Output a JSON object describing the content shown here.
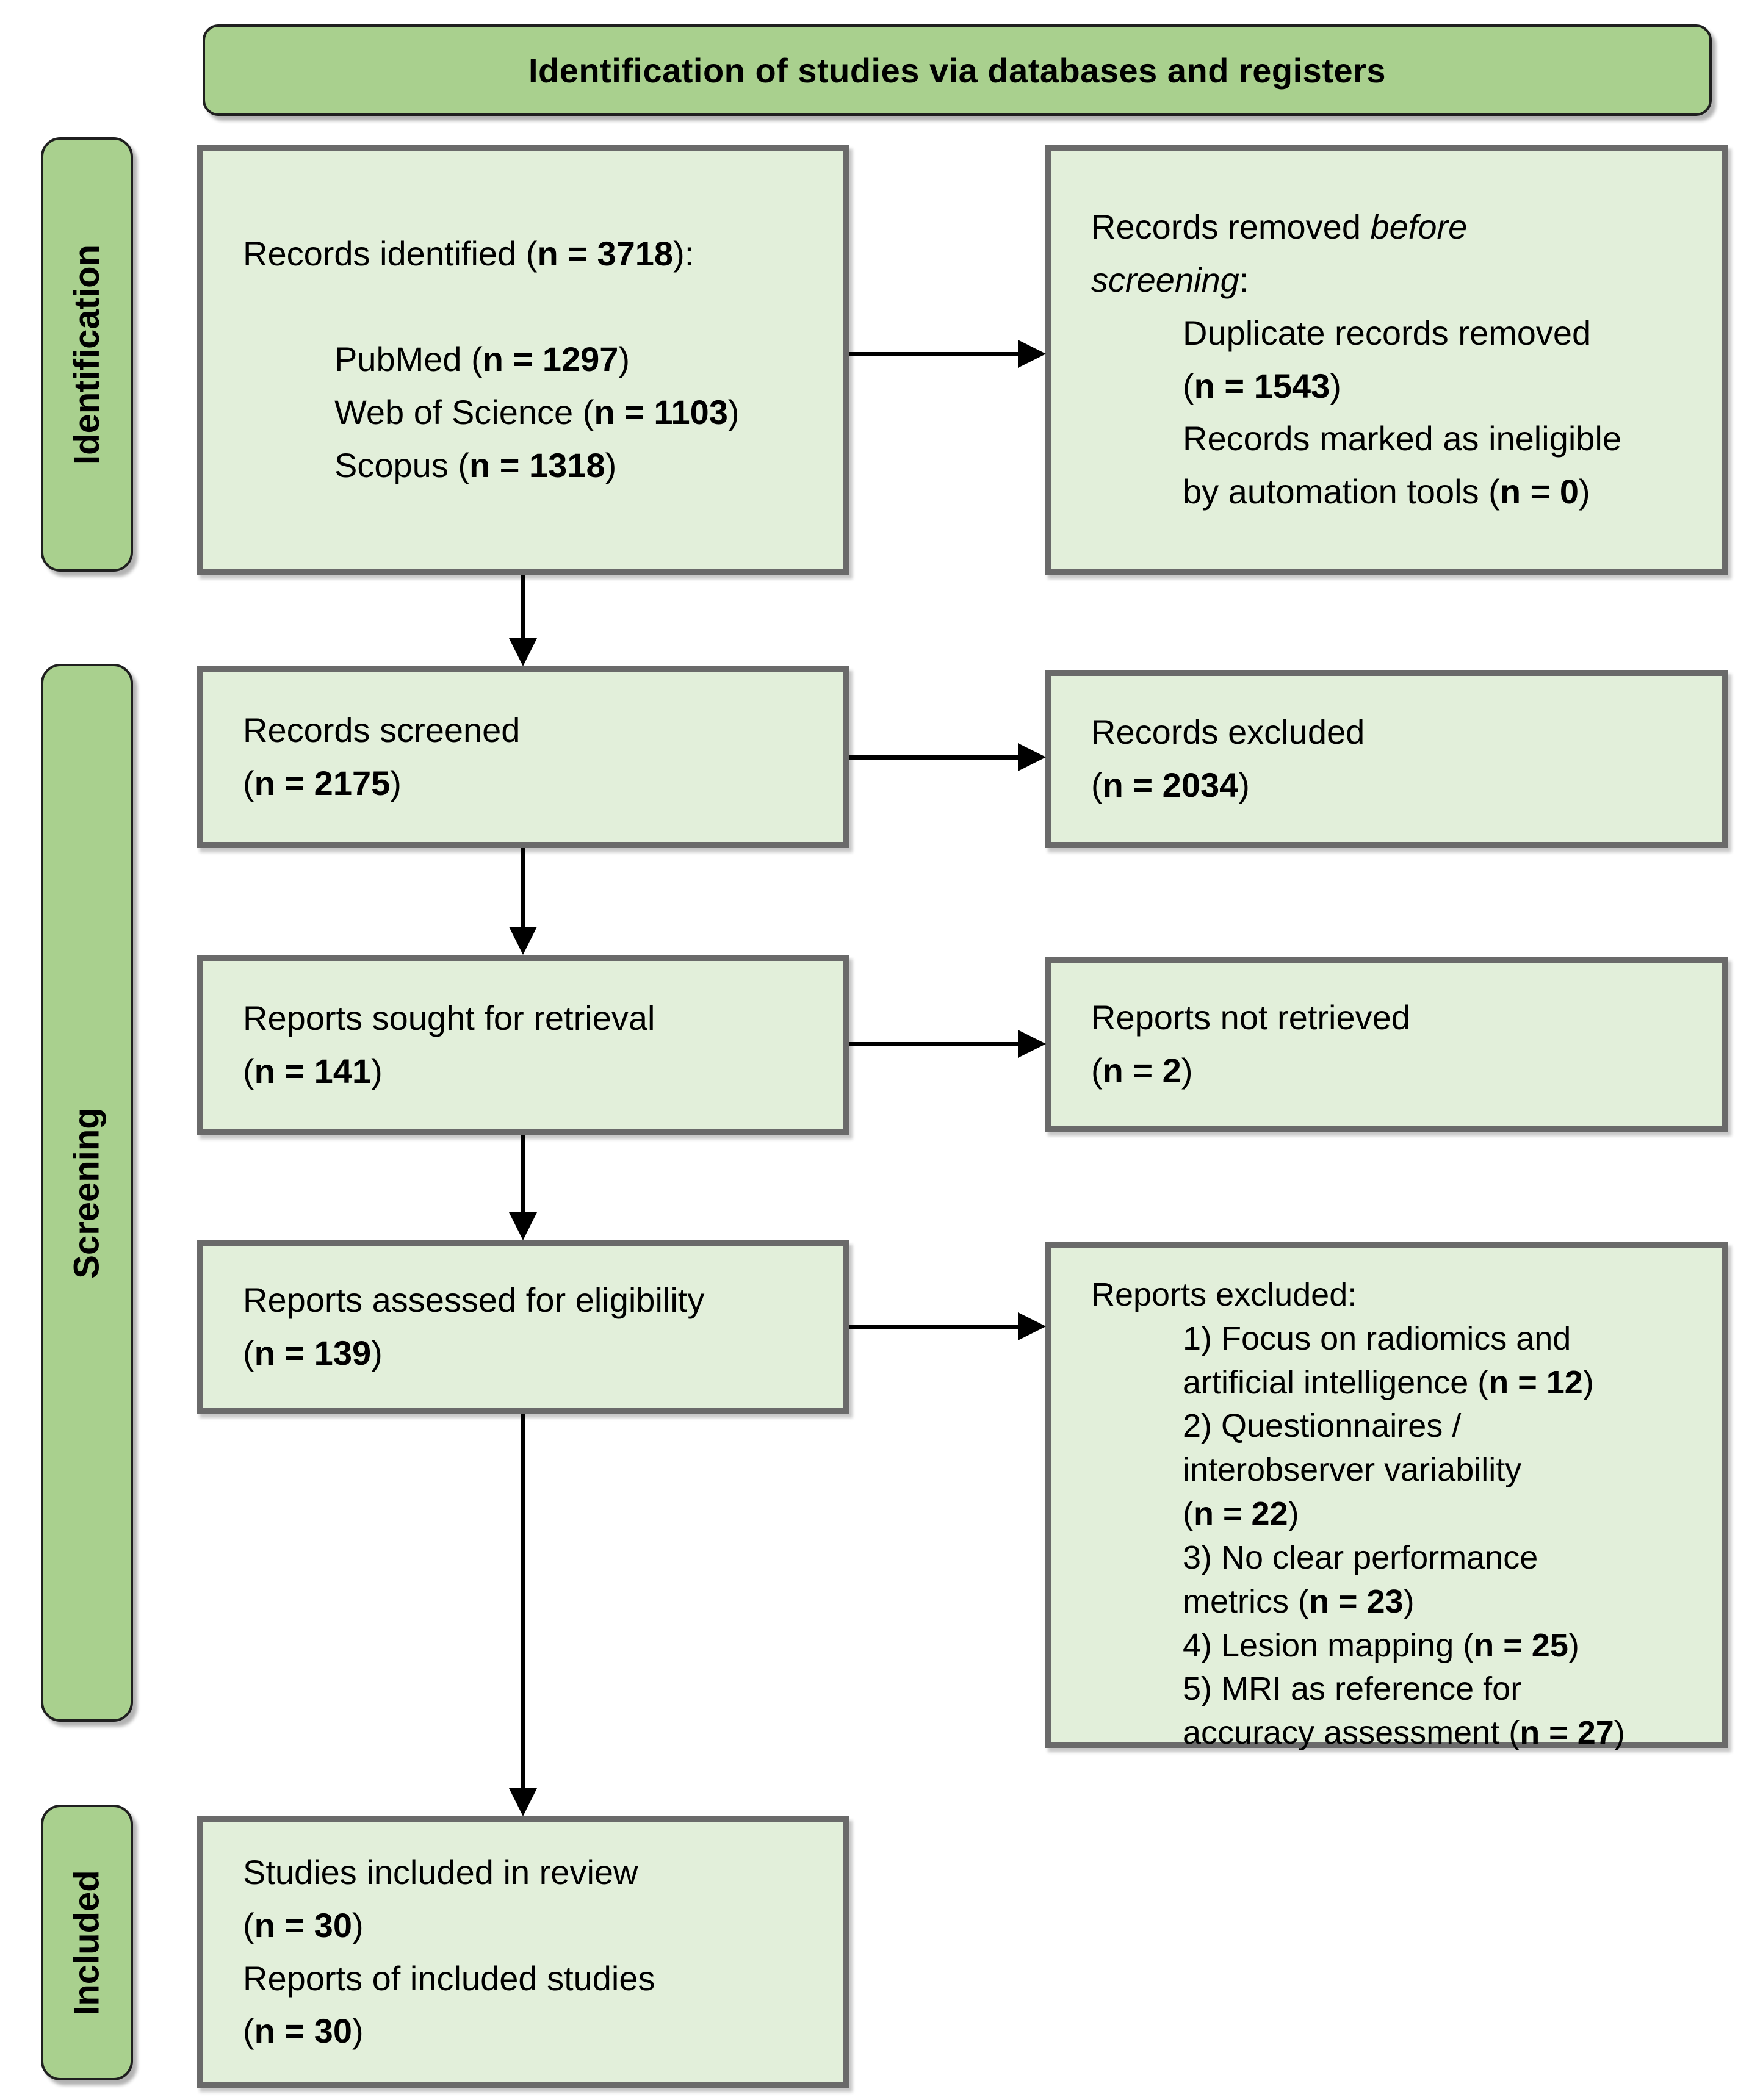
{
  "header": {
    "title": "Identification of studies via databases and registers"
  },
  "sidebar": {
    "items": [
      {
        "key": "identification",
        "label": "Identification"
      },
      {
        "key": "screening",
        "label": "Screening"
      },
      {
        "key": "included",
        "label": "Included"
      }
    ]
  },
  "colors": {
    "shape_green": "#A9D08E",
    "box_fill": "#E2EFDA",
    "box_border": "#6a6a6a",
    "band_border": "#1f1f1f",
    "arrow": "#000000",
    "text": "#000000"
  },
  "boxes": {
    "records_identified": {
      "lines": [
        {
          "ind": 0,
          "seg": [
            [
              "Records identified (",
              ""
            ],
            [
              "n = 3718",
              "b"
            ],
            [
              "):",
              ""
            ]
          ]
        },
        {
          "ind": 0,
          "seg": []
        },
        {
          "ind": 1,
          "seg": [
            [
              "PubMed (",
              ""
            ],
            [
              "n = 1297",
              "b"
            ],
            [
              ")",
              ""
            ]
          ]
        },
        {
          "ind": 1,
          "seg": [
            [
              "Web of Science (",
              ""
            ],
            [
              "n = 1103",
              "b"
            ],
            [
              ")",
              ""
            ]
          ]
        },
        {
          "ind": 1,
          "seg": [
            [
              "Scopus (",
              ""
            ],
            [
              "n = 1318",
              "b"
            ],
            [
              ")",
              ""
            ]
          ]
        }
      ]
    },
    "records_removed": {
      "lines": [
        {
          "ind": 0,
          "seg": [
            [
              "Records removed ",
              ""
            ],
            [
              "before",
              "i"
            ]
          ]
        },
        {
          "ind": 0,
          "seg": [
            [
              "screening",
              "i"
            ],
            [
              ":",
              ""
            ]
          ]
        },
        {
          "ind": 1,
          "seg": [
            [
              "Duplicate records removed",
              ""
            ]
          ]
        },
        {
          "ind": 1,
          "seg": [
            [
              "(",
              ""
            ],
            [
              "n = 1543",
              "b"
            ],
            [
              ")",
              ""
            ]
          ]
        },
        {
          "ind": 1,
          "seg": [
            [
              "Records marked as ineligible",
              ""
            ]
          ]
        },
        {
          "ind": 1,
          "seg": [
            [
              "by automation tools (",
              ""
            ],
            [
              "n = 0",
              "b"
            ],
            [
              ")",
              ""
            ]
          ]
        }
      ]
    },
    "records_screened": {
      "lines": [
        {
          "ind": 0,
          "seg": [
            [
              "Records screened",
              ""
            ]
          ]
        },
        {
          "ind": 0,
          "seg": [
            [
              "(",
              ""
            ],
            [
              "n = 2175",
              "b"
            ],
            [
              ")",
              ""
            ]
          ]
        }
      ]
    },
    "records_excluded": {
      "lines": [
        {
          "ind": 0,
          "seg": [
            [
              "Records excluded",
              ""
            ]
          ]
        },
        {
          "ind": 0,
          "seg": [
            [
              "(",
              ""
            ],
            [
              "n = 2034",
              "b"
            ],
            [
              ")",
              ""
            ]
          ]
        }
      ]
    },
    "reports_sought": {
      "lines": [
        {
          "ind": 0,
          "seg": [
            [
              "Reports sought for retrieval",
              ""
            ]
          ]
        },
        {
          "ind": 0,
          "seg": [
            [
              "(",
              ""
            ],
            [
              "n = 141",
              "b"
            ],
            [
              ")",
              ""
            ]
          ]
        }
      ]
    },
    "reports_not_retrieved": {
      "lines": [
        {
          "ind": 0,
          "seg": [
            [
              "Reports not retrieved",
              ""
            ]
          ]
        },
        {
          "ind": 0,
          "seg": [
            [
              "(",
              ""
            ],
            [
              "n = 2",
              "b"
            ],
            [
              ")",
              ""
            ]
          ]
        }
      ]
    },
    "reports_assessed": {
      "lines": [
        {
          "ind": 0,
          "seg": [
            [
              "Reports assessed for eligibility",
              ""
            ]
          ]
        },
        {
          "ind": 0,
          "seg": [
            [
              "(",
              ""
            ],
            [
              "n = 139",
              "b"
            ],
            [
              ")",
              ""
            ]
          ]
        }
      ]
    },
    "reports_excluded": {
      "lines": [
        {
          "ind": 0,
          "seg": [
            [
              "Reports excluded:",
              ""
            ]
          ]
        },
        {
          "ind": 1,
          "seg": [
            [
              "1) Focus on radiomics and",
              ""
            ]
          ]
        },
        {
          "ind": 1,
          "seg": [
            [
              "artificial intelligence (",
              ""
            ],
            [
              "n = 12",
              "b"
            ],
            [
              ")",
              ""
            ]
          ]
        },
        {
          "ind": 1,
          "seg": [
            [
              "2) Questionnaires /",
              ""
            ]
          ]
        },
        {
          "ind": 1,
          "seg": [
            [
              "interobserver variability",
              ""
            ]
          ]
        },
        {
          "ind": 1,
          "seg": [
            [
              "(",
              ""
            ],
            [
              "n = 22",
              "b"
            ],
            [
              ")",
              ""
            ]
          ]
        },
        {
          "ind": 1,
          "seg": [
            [
              "3) No clear performance",
              ""
            ]
          ]
        },
        {
          "ind": 1,
          "seg": [
            [
              "metrics (",
              ""
            ],
            [
              "n = 23",
              "b"
            ],
            [
              ")",
              ""
            ]
          ]
        },
        {
          "ind": 1,
          "seg": [
            [
              "4) Lesion mapping (",
              ""
            ],
            [
              "n = 25",
              "b"
            ],
            [
              ")",
              ""
            ]
          ]
        },
        {
          "ind": 1,
          "seg": [
            [
              "5) MRI as reference for",
              ""
            ]
          ]
        },
        {
          "ind": 1,
          "seg": [
            [
              "accuracy assessment (",
              ""
            ],
            [
              "n = 27",
              "b"
            ],
            [
              ")",
              ""
            ]
          ]
        }
      ]
    },
    "studies_included": {
      "lines": [
        {
          "ind": 0,
          "seg": [
            [
              "Studies included in review",
              ""
            ]
          ]
        },
        {
          "ind": 0,
          "seg": [
            [
              "(",
              ""
            ],
            [
              "n = 30",
              "b"
            ],
            [
              ")",
              ""
            ]
          ]
        },
        {
          "ind": 0,
          "seg": [
            [
              "Reports of included studies",
              ""
            ]
          ]
        },
        {
          "ind": 0,
          "seg": [
            [
              "(",
              ""
            ],
            [
              "n = 30",
              "b"
            ],
            [
              ")",
              ""
            ]
          ]
        }
      ]
    }
  }
}
